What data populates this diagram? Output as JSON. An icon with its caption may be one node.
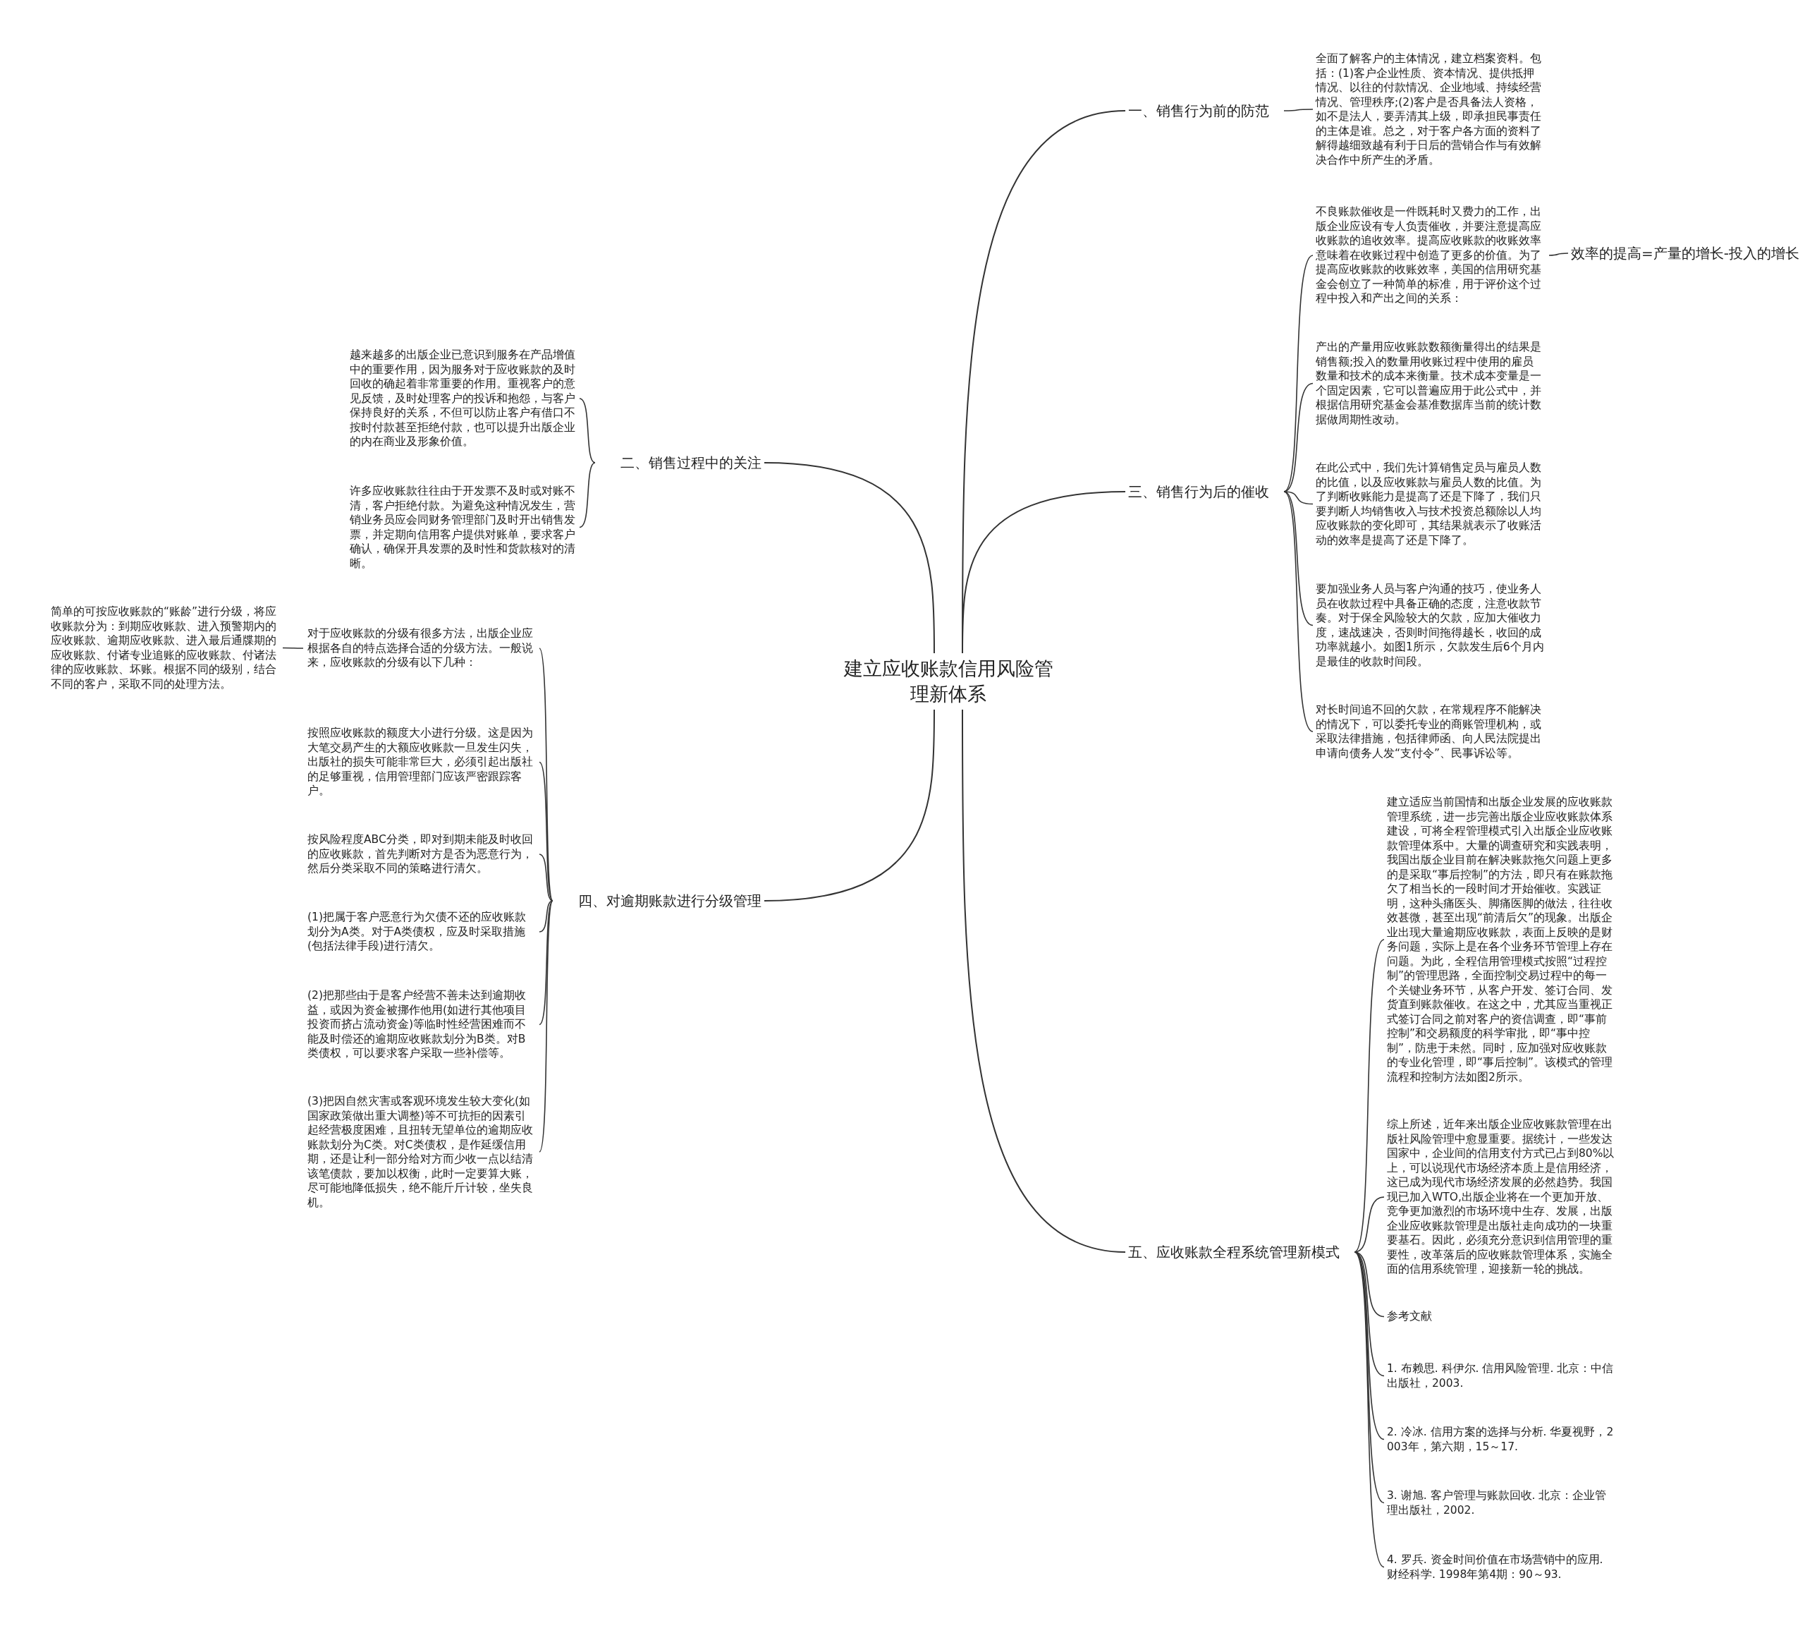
{
  "diagram": {
    "nodes": [
      {
        "text": [
          "建立应收账款信用风险管理新体系"
        ]
      },
      {
        "text": [
          "一、销售行为前的防范"
        ]
      },
      {
        "text": [
          "全面了解客户的主体情况，建立档案资料。包括：(1)客户企业性质、资本情况、提供抵押情况、以往的付款情况、企业地域、持续经营情况、管理秩序;(2)客户是否具备法人资格，如不是法人，要弄清其上级，即承担民事责任的主体是谁。总之，对于客户各方面的资料了解得越细致越有利于日后的营销合作与有效解决合作中所产生的矛盾。"
        ]
      },
      {
        "text": [
          "二、销售过程中的关注"
        ]
      },
      {
        "text": [
          "越来越多的出版企业已意识到服务在产品增值中的重要作用，因为服务对于应收账款的及时回收的确起着非常重要的作用。重视客户的意见反馈，及时处理客户的投诉和抱怨，与客户保持良好的关系，不但可以防止客户有借口不按时付款甚至拒绝付款，也可以提升出版企业的内在商业及形象价值。"
        ]
      },
      {
        "text": [
          "许多应收账款往往由于开发票不及时或对账不清，客户拒绝付款。为避免这种情况发生，营销业务员应会同财务管理部门及时开出销售发票，并定期向信用客户提供对账单，要求客户确认，确保开具发票的及时性和货款核对的清晰。"
        ]
      },
      {
        "text": [
          "三、销售行为后的催收"
        ]
      },
      {
        "text": [
          "不良账款催收是一件既耗时又费力的工作，出版企业应设有专人负责催收，并要注意提高应收账款的追收效率。提高应收账款的收账效率意味着在收账过程中创造了更多的价值。为了提高应收账款的收账效率，美国的信用研究基金会创立了一种简单的标准，用于评价这个过程中投入和产出之间的关系："
        ]
      },
      {
        "text": [
          "效率的提高=产量的增长-投入的增长"
        ]
      },
      {
        "text": [
          "产出的产量用应收账款数额衡量得出的结果是销售额;投入的数量用收账过程中使用的雇员数量和技术的成本来衡量。技术成本变量是一个固定因素，它可以普遍应用于此公式中，并根据信用研究基金会基准数据库当前的统计数据做周期性改动。"
        ]
      },
      {
        "text": [
          "在此公式中，我们先计算销售定员与雇员人数的比值，以及应收账款与雇员人数的比值。为了判断收账能力是提高了还是下降了，我们只要判断人均销售收入与技术投资总额除以人均应收账款的变化即可，其结果就表示了收账活动的效率是提高了还是下降了。"
        ]
      },
      {
        "text": [
          "要加强业务人员与客户沟通的技巧，使业务人员在收款过程中具备正确的态度，注意收款节奏。对于保全风险较大的欠款，应加大催收力度，速战速决，否则时间拖得越长，收回的成功率就越小。如图1所示，欠款发生后6个月内是最佳的收款时间段。"
        ]
      },
      {
        "text": [
          "对长时间追不回的欠款，在常规程序不能解决的情况下，可以委托专业的商账管理机构，或采取法律措施，包括律师函、向人民法院提出申请向债务人发“支付令”、民事诉讼等。"
        ]
      },
      {
        "text": [
          "四、对逾期账款进行分级管理"
        ]
      },
      {
        "text": [
          "对于应收账款的分级有很多方法，出版企业应根据各自的特点选择合适的分级方法。一般说来，应收账款的分级有以下几种："
        ]
      },
      {
        "text": [
          "简单的可按应收账款的“账龄”进行分级，将应收账款分为：到期应收账款、进入预警期内的应收账款、逾期应收账款、进入最后通牒期的应收账款、付诸专业追账的应收账款、付诸法律的应收账款、坏账。根据不同的级别，结合不同的客户，采取不同的处理方法。"
        ]
      },
      {
        "text": [
          "按照应收账款的额度大小进行分级。这是因为大笔交易产生的大额应收账款一旦发生闪失，出版社的损失可能非常巨大，必须引起出版社的足够重视，信用管理部门应该严密跟踪客户。"
        ]
      },
      {
        "text": [
          "按风险程度ABC分类，即对到期未能及时收回的应收账款，首先判断对方是否为恶意行为，然后分类采取不同的策略进行清欠。"
        ]
      },
      {
        "text": [
          "(1)把属于客户恶意行为欠债不还的应收账款划分为A类。对于A类债权，应及时采取措施(包括法律手段)进行清欠。"
        ]
      },
      {
        "text": [
          "(2)把那些由于是客户经营不善未达到逾期收益，或因为资金被挪作他用(如进行其他项目投资而挤占流动资金)等临时性经营困难而不能及时偿还的逾期应收账款划分为B类。对B类债权，可以要求客户采取一些补偿等。"
        ]
      },
      {
        "text": [
          "(3)把因自然灾害或客观环境发生较大变化(如国家政策做出重大调整)等不可抗拒的因素引起经营极度困难，且扭转无望单位的逾期应收账款划分为C类。对C类债权，是作延缓信用期，还是让利一部分给对方而少收一点以结清该笔债款，要加以权衡，此时一定要算大账，尽可能地降低损失，绝不能斤斤计较，坐失良机。"
        ]
      },
      {
        "text": [
          "五、应收账款全程系统管理新模式"
        ]
      },
      {
        "text": [
          "建立适应当前国情和出版企业发展的应收账款管理系统，进一步完善出版企业应收账款体系建设，可将全程管理模式引入出版企业应收账款管理体系中。大量的调查研究和实践表明，我国出版企业目前在解决账款拖欠问题上更多的是采取“事后控制”的方法，即只有在账款拖欠了相当长的一段时间才开始催收。实践证明，这种头痛医头、脚痛医脚的做法，往往收效甚微，甚至出现“前清后欠”的现象。出版企业出现大量逾期应收账款，表面上反映的是财务问题，实际上是在各个业务环节管理上存在问题。为此，全程信用管理模式按照“过程控制”的管理思路，全面控制交易过程中的每一个关键业务环节，从客户开发、签订合同、发货直到账款催收。在这之中，尤其应当重视正式签订合同之前对客户的资信调查，即“事前控制”和交易额度的科学审批，即“事中控制”，防患于未然。同时，应加强对应收账款的专业化管理，即“事后控制”。该模式的管理流程和控制方法如图2所示。"
        ]
      },
      {
        "text": [
          "综上所述，近年来出版企业应收账款管理在出版社风险管理中愈显重要。据统计，一些发达国家中，企业间的信用支付方式已占到80%以上，可以说现代市场经济本质上是信用经济，这已成为现代市场经济发展的必然趋势。我国现已加入WTO,出版企业将在一个更加开放、竞争更加激烈的市场环境中生存、发展，出版企业应收账款管理是出版社走向成功的一块重要基石。因此，必须充分意识到信用管理的重要性，改革落后的应收账款管理体系，实施全面的信用系统管理，迎接新一轮的挑战。"
        ]
      },
      {
        "text": [
          "参考文献"
        ]
      },
      {
        "text": [
          "1. 布赖思. 科伊尔. 信用风险管理. 北京：中信出版社，2003."
        ]
      },
      {
        "text": [
          "2. 冷冰. 信用方案的选择与分析. 华夏视野，2003年，第六期，15～17."
        ]
      },
      {
        "text": [
          "3. 谢旭. 客户管理与账款回收. 北京：企业管理出版社，2002."
        ]
      },
      {
        "text": [
          "4. 罗兵. 资金时间价值在市场营销中的应用. 财经科学. 1998年第4期：90～93."
        ]
      }
    ],
    "edges": [
      {
        "from": 0,
        "to": 1,
        "arrow": "none"
      },
      {
        "from": 1,
        "to": 2,
        "arrow": "none"
      },
      {
        "from": 0,
        "to": 3,
        "arrow": "none"
      },
      {
        "from": 3,
        "to": 4,
        "arrow": "none"
      },
      {
        "from": 3,
        "to": 5,
        "arrow": "none"
      },
      {
        "from": 0,
        "to": 6,
        "arrow": "none"
      },
      {
        "from": 6,
        "to": 7,
        "arrow": "none"
      },
      {
        "from": 7,
        "to": 8,
        "arrow": "none"
      },
      {
        "from": 6,
        "to": 9,
        "arrow": "none"
      },
      {
        "from": 6,
        "to": 10,
        "arrow": "none"
      },
      {
        "from": 6,
        "to": 11,
        "arrow": "none"
      },
      {
        "from": 6,
        "to": 12,
        "arrow": "none"
      },
      {
        "from": 0,
        "to": 13,
        "arrow": "none"
      },
      {
        "from": 13,
        "to": 14,
        "arrow": "none"
      },
      {
        "from": 14,
        "to": 15,
        "arrow": "none"
      },
      {
        "from": 13,
        "to": 16,
        "arrow": "none"
      },
      {
        "from": 13,
        "to": 17,
        "arrow": "none"
      },
      {
        "from": 13,
        "to": 18,
        "arrow": "none"
      },
      {
        "from": 13,
        "to": 19,
        "arrow": "none"
      },
      {
        "from": 13,
        "to": 20,
        "arrow": "none"
      },
      {
        "from": 0,
        "to": 21,
        "arrow": "none"
      },
      {
        "from": 21,
        "to": 22,
        "arrow": "none"
      },
      {
        "from": 21,
        "to": 23,
        "arrow": "none"
      },
      {
        "from": 21,
        "to": 24,
        "arrow": "none"
      },
      {
        "from": 21,
        "to": 25,
        "arrow": "none"
      },
      {
        "from": 21,
        "to": 26,
        "arrow": "none"
      },
      {
        "from": 21,
        "to": 27,
        "arrow": "none"
      },
      {
        "from": 21,
        "to": 28,
        "arrow": "none"
      }
    ]
  }
}
